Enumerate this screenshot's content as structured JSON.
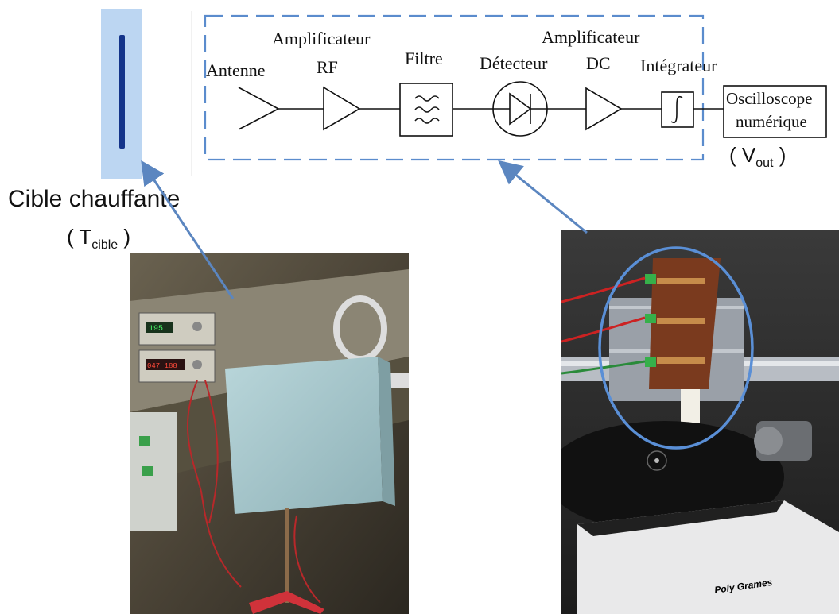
{
  "chain": {
    "antenna": "Antenne",
    "rf_amp_top": "Amplificateur",
    "rf_amp_bottom": "RF",
    "filter": "Filtre",
    "detector": "Détecteur",
    "dc_amp_top": "Amplificateur",
    "dc_amp_bottom": "DC",
    "integrator": "Intégrateur",
    "scope_top": "Oscilloscope",
    "scope_bottom": "numérique"
  },
  "vout": {
    "open": "( V",
    "sub": "out",
    "close": " )"
  },
  "target": {
    "label": "Cible chauffante",
    "temp_open": "( T",
    "temp_sub": "cible",
    "temp_close": " )"
  },
  "photos": {
    "left_display_1": "195",
    "left_display_2": "047 188",
    "right_brand": "Poly Grames"
  },
  "colors": {
    "dashed_frame": "#5b8ccd",
    "arrow": "#5b86c0",
    "target_panel": "#bcd6f2",
    "target_bar": "#14348a",
    "ellipse": "#5a8fd6"
  }
}
